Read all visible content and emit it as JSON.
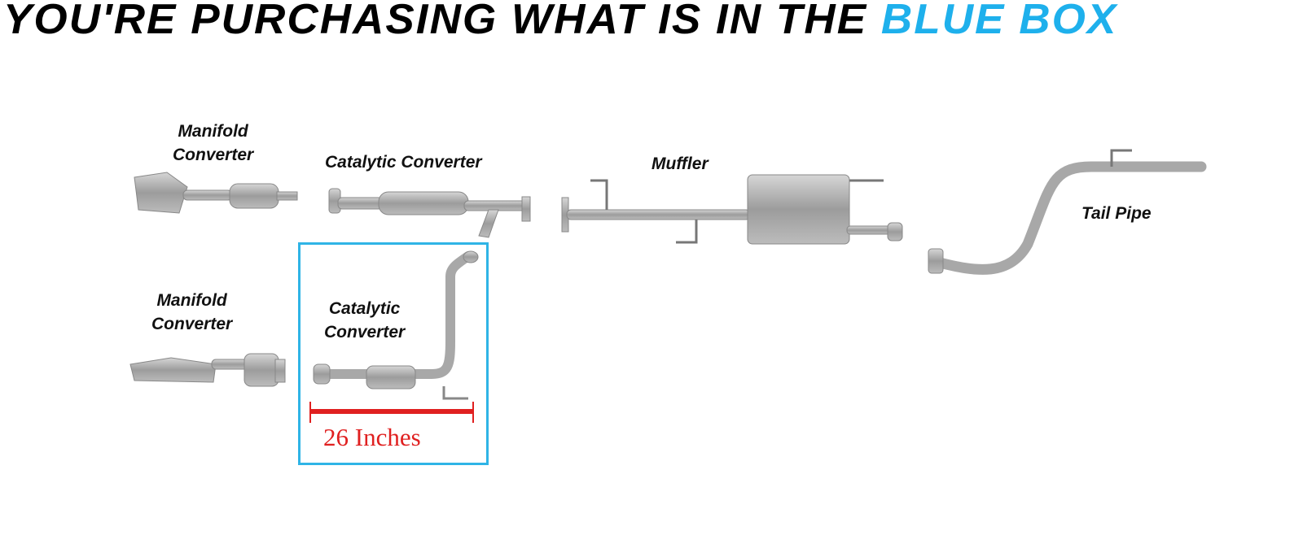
{
  "headline": {
    "prefix": "YOU'RE PURCHASING WHAT IS IN THE",
    "highlight": "BLUE BOX"
  },
  "parts": {
    "manifold_converter_top": "Manifold\nConverter",
    "catalytic_converter_top": "Catalytic Converter",
    "muffler": "Muffler",
    "tail_pipe": "Tail Pipe",
    "manifold_converter_bottom": "Manifold\nConverter",
    "catalytic_converter_selected": "Catalytic\nConverter"
  },
  "measurement": "26 Inches",
  "colors": {
    "highlight": "#1eb0ec",
    "box_border": "#2fb4e6",
    "measure": "#e02020",
    "part": "#a9a9a9"
  }
}
